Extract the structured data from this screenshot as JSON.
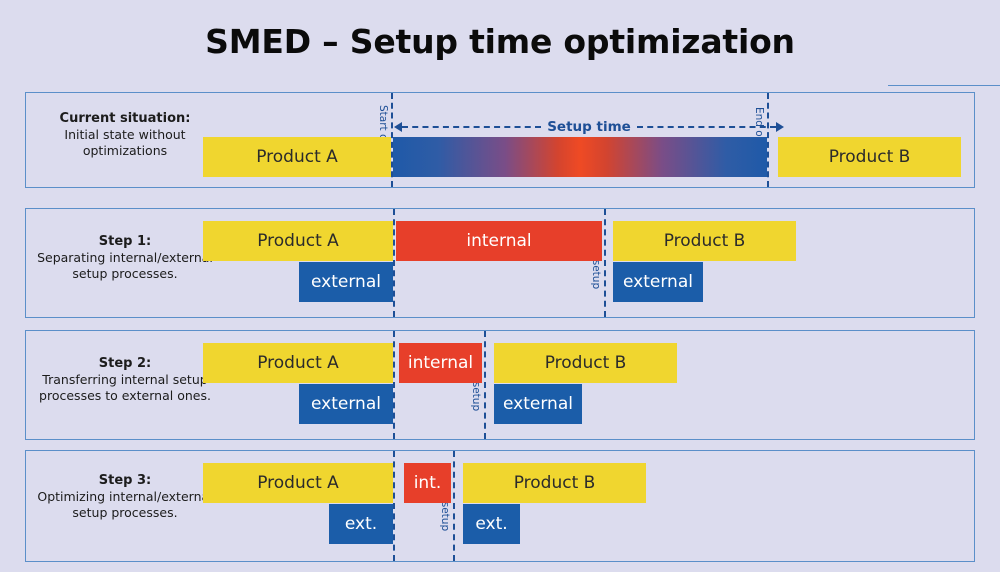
{
  "title": "SMED – Setup time optimization",
  "colors": {
    "background": "#dcdcee",
    "panel_border": "#5b8fc9",
    "product": "#f0d62f",
    "internal": "#e73f2a",
    "external": "#1b5da9",
    "marker": "#1e4f96",
    "title_text": "#0b0b0b"
  },
  "markers": {
    "start": "Start of setup",
    "end": "End of setup"
  },
  "setup_time_label": "Setup time",
  "panels": [
    {
      "heading": "Current situation:",
      "description": "Initial state without optimizations",
      "bars": [
        {
          "label": "Product A",
          "kind": "product"
        },
        {
          "label": "",
          "kind": "setup-gradient"
        },
        {
          "label": "Product B",
          "kind": "product"
        }
      ]
    },
    {
      "heading": "Step 1:",
      "description": "Separating internal/external setup processes.",
      "bars": [
        {
          "label": "Product A",
          "kind": "product"
        },
        {
          "label": "internal",
          "kind": "internal"
        },
        {
          "label": "Product B",
          "kind": "product"
        },
        {
          "label": "external",
          "kind": "external"
        },
        {
          "label": "external",
          "kind": "external"
        }
      ]
    },
    {
      "heading": "Step 2:",
      "description": "Transferring internal setup processes to external ones.",
      "bars": [
        {
          "label": "Product A",
          "kind": "product"
        },
        {
          "label": "internal",
          "kind": "internal"
        },
        {
          "label": "Product B",
          "kind": "product"
        },
        {
          "label": "external",
          "kind": "external"
        },
        {
          "label": "external",
          "kind": "external"
        }
      ]
    },
    {
      "heading": "Step 3:",
      "description": "Optimizing internal/external setup processes.",
      "bars": [
        {
          "label": "Product A",
          "kind": "product"
        },
        {
          "label": "int.",
          "kind": "internal"
        },
        {
          "label": "Product B",
          "kind": "product"
        },
        {
          "label": "ext.",
          "kind": "external"
        },
        {
          "label": "ext.",
          "kind": "external"
        }
      ]
    }
  ]
}
